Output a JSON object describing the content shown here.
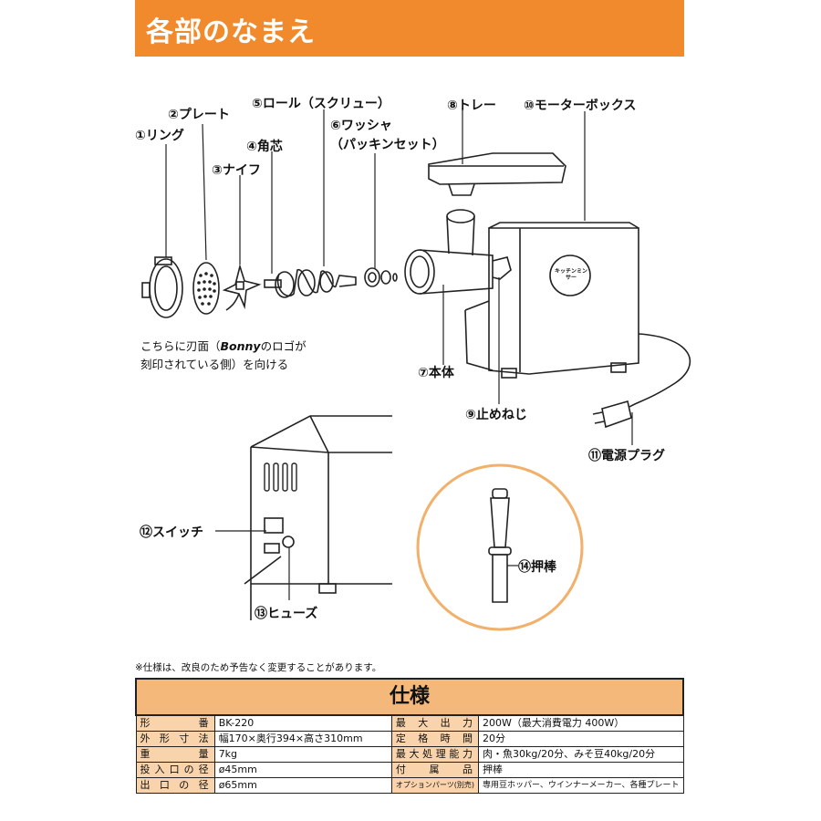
{
  "header": {
    "title": "各部のなまえ"
  },
  "parts": [
    {
      "id": "ring",
      "label": "①リング"
    },
    {
      "id": "plate",
      "label": "②プレート"
    },
    {
      "id": "knife",
      "label": "③ナイフ"
    },
    {
      "id": "square-core",
      "label": "④角芯"
    },
    {
      "id": "screw",
      "label": "⑤ロール（スクリュー）"
    },
    {
      "id": "washer",
      "label": "⑥ワッシャ"
    },
    {
      "id": "washer-sub",
      "label": "（パッキンセット）"
    },
    {
      "id": "tray",
      "label": "⑧トレー"
    },
    {
      "id": "motor-box",
      "label": "⑩モーターボックス"
    },
    {
      "id": "body",
      "label": "⑦本体"
    },
    {
      "id": "stop-screw",
      "label": "⑨止めねじ"
    },
    {
      "id": "power-plug",
      "label": "⑪電源プラグ"
    },
    {
      "id": "switch",
      "label": "⑫スイッチ"
    },
    {
      "id": "fuse",
      "label": "⑬ヒューズ"
    },
    {
      "id": "pusher",
      "label": "⑭押棒"
    }
  ],
  "knife_note": {
    "line1_pre": "こちらに刃面（",
    "line1_brand": "Bonny",
    "line1_post": "のロゴが",
    "line2": "刻印されている側）を向ける"
  },
  "motor_logo_text": "キッチンミンサー",
  "spec": {
    "note": "※仕様は、改良のため予告なく変更することがあります。",
    "title": "仕様",
    "rows": [
      {
        "k1": "形番",
        "v1": "BK-220",
        "k2": "最大出力",
        "v2": "200W（最大消費電力 400W）"
      },
      {
        "k1": "外形寸法",
        "v1": "幅170×奥行394×高さ310mm",
        "k2": "定格時間",
        "v2": "20分"
      },
      {
        "k1": "重量",
        "v1": "7kg",
        "k2": "最大処理能力",
        "v2": "肉・魚30kg/20分、みそ豆40kg/20分"
      },
      {
        "k1": "投入口の径",
        "v1": "ø45mm",
        "k2": "付属品",
        "v2": "押棒"
      },
      {
        "k1": "出口の径",
        "v1": "ø65mm",
        "k2": "オプションパーツ(別売)",
        "v2": "専用豆ホッパー、ウインナーメーカー、各種プレート"
      }
    ]
  },
  "colors": {
    "accent": "#f08a2c",
    "table_header": "#f3b87a",
    "table_key": "#f8d3ab",
    "circle": "#f2b06a"
  }
}
